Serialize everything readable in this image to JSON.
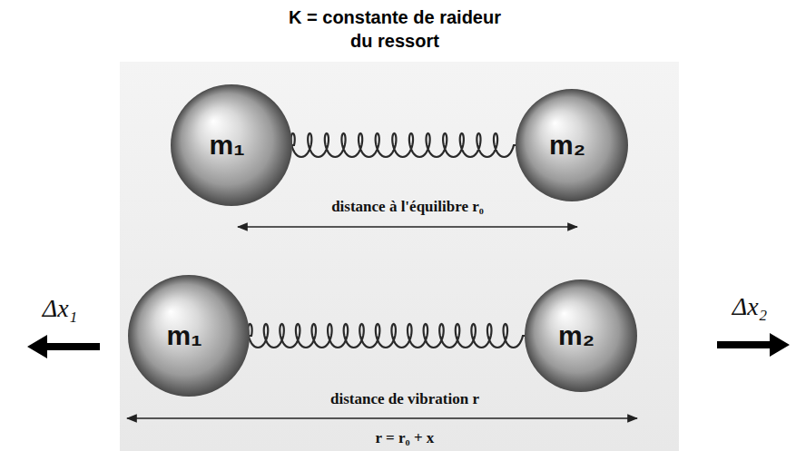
{
  "diagram": {
    "title": "K = constante de raideur du ressort",
    "nodes": [
      {
        "text": [
          "m₁"
        ]
      },
      {
        "text": [
          "m₂"
        ]
      },
      {
        "text": [
          "m₁"
        ]
      },
      {
        "text": [
          "m₂"
        ]
      }
    ],
    "edges": [
      {
        "from": 0,
        "to": 1,
        "arrow": "none"
      },
      {
        "from": 2,
        "to": 3,
        "arrow": "none"
      }
    ],
    "labels": [
      "distance à l'équilibre r₀",
      "Δx₁",
      "Δx₂",
      "distance de vibration r",
      "r = r₀ + x"
    ]
  }
}
